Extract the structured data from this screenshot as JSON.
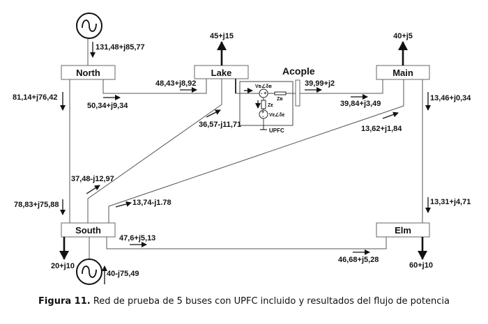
{
  "buses": {
    "north": "North",
    "lake": "Lake",
    "main": "Main",
    "south": "South",
    "elm": "Elm"
  },
  "acople_label": "Acople",
  "upfc": {
    "label": "UPFC",
    "vb": "Vʙ∠δʙ",
    "ve": "Vᴇ∠δᴇ",
    "ze": "Zᴇ",
    "zb": "Zʙ"
  },
  "flows": {
    "north_gen": "131,48+j85,77",
    "north_to_south": "81,14+j76,42",
    "north_to_lake_send": "50,34+j9,34",
    "north_to_lake_recv": "48,43+j8,92",
    "lake_load": "45+j15",
    "lake_from_south": "36,57-j11,71",
    "upfc_out": "39,99+j2",
    "main_from_acople": "39,84+j3,49",
    "main_load": "40+j5",
    "main_to_elm": "13,46+j0,34",
    "main_from_south": "13,62+j1,84",
    "south_to_lake": "37,48-j12,97",
    "south_from_north": "78,83+j75,88",
    "south_to_main": "13,74-j1.78",
    "south_to_elm_send": "47,6+j5,13",
    "south_load": "20+j10",
    "south_gen": "40-j75,49",
    "elm_from_main": "13,31+j4,71",
    "elm_from_south": "46,68+j5,28",
    "elm_load": "60+j10"
  },
  "caption": {
    "prefix": "Figura 11.",
    "text": " Red de prueba de 5 buses con UPFC incluido y resultados del flujo de potencia"
  }
}
